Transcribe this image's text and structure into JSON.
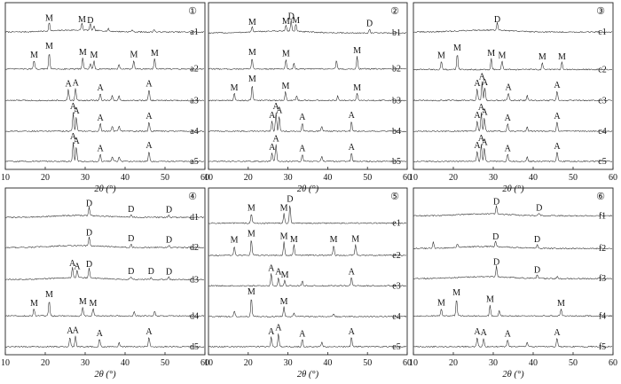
{
  "figure": {
    "x_axis_title": "2θ (°)",
    "x_ticks": [
      10,
      20,
      30,
      40,
      50,
      60
    ]
  },
  "phase_letters": {
    "mullite": "M",
    "anorthite": "A",
    "diffuse": "D"
  },
  "chart_data": [
    {
      "type": "line",
      "panel": "①",
      "xlim": [
        10,
        60
      ],
      "x_ticks": [
        10,
        20,
        30,
        40,
        50,
        60
      ],
      "xlabel": "2θ (°)",
      "series": [
        {
          "name": "a1",
          "baseline": 0.5,
          "peaks": [
            {
              "x": 21.0,
              "h": 0.35,
              "label": "M"
            },
            {
              "x": 29.2,
              "h": 0.3,
              "label": "M"
            },
            {
              "x": 31.3,
              "h": 0.26,
              "label": "D"
            },
            {
              "x": 32.2,
              "h": 0.16
            },
            {
              "x": 35.8,
              "h": 0.1
            },
            {
              "x": 41.8,
              "h": 0.09
            },
            {
              "x": 47.3,
              "h": 0.12
            }
          ]
        },
        {
          "name": "a2",
          "baseline": 0.15,
          "peaks": [
            {
              "x": 17.2,
              "h": 0.35,
              "label": "M"
            },
            {
              "x": 21.0,
              "h": 0.7,
              "label": "M"
            },
            {
              "x": 29.4,
              "h": 0.45,
              "label": "M"
            },
            {
              "x": 31.3,
              "h": 0.2
            },
            {
              "x": 32.2,
              "h": 0.35,
              "label": "M"
            },
            {
              "x": 38.5,
              "h": 0.2
            },
            {
              "x": 42.2,
              "h": 0.36,
              "label": "M"
            },
            {
              "x": 47.4,
              "h": 0.42,
              "label": "M"
            }
          ]
        },
        {
          "name": "a3",
          "baseline": 0.08,
          "peaks": [
            {
              "x": 25.8,
              "h": 0.45,
              "label": "A"
            },
            {
              "x": 27.6,
              "h": 0.5,
              "label": "A"
            },
            {
              "x": 33.8,
              "h": 0.3,
              "label": "A"
            },
            {
              "x": 36.8,
              "h": 0.2
            },
            {
              "x": 38.5,
              "h": 0.2
            },
            {
              "x": 46.0,
              "h": 0.45,
              "label": "A"
            }
          ]
        },
        {
          "name": "a4",
          "baseline": 0.05,
          "peaks": [
            {
              "x": 27.0,
              "h": 0.78,
              "label": "A"
            },
            {
              "x": 27.8,
              "h": 0.6,
              "label": "A"
            },
            {
              "x": 33.8,
              "h": 0.32,
              "label": "A"
            },
            {
              "x": 36.8,
              "h": 0.2
            },
            {
              "x": 38.5,
              "h": 0.2
            },
            {
              "x": 46.0,
              "h": 0.4,
              "label": "A"
            }
          ]
        },
        {
          "name": "a5",
          "baseline": 0.05,
          "peaks": [
            {
              "x": 27.0,
              "h": 0.78,
              "label": "A"
            },
            {
              "x": 27.8,
              "h": 0.6,
              "label": "A"
            },
            {
              "x": 33.8,
              "h": 0.3,
              "label": "A"
            },
            {
              "x": 36.8,
              "h": 0.2
            },
            {
              "x": 38.5,
              "h": 0.2
            },
            {
              "x": 46.0,
              "h": 0.42,
              "label": "A"
            }
          ]
        }
      ]
    },
    {
      "type": "line",
      "panel": "②",
      "xlim": [
        10,
        60
      ],
      "x_ticks": [
        10,
        20,
        30,
        40,
        50,
        60
      ],
      "xlabel": "2θ (°)",
      "series": [
        {
          "name": "b1",
          "baseline": 0.45,
          "peaks": [
            {
              "x": 21.0,
              "h": 0.22,
              "label": "M"
            },
            {
              "x": 29.5,
              "h": 0.26,
              "label": "M"
            },
            {
              "x": 30.8,
              "h": 0.46,
              "label": "D"
            },
            {
              "x": 32.0,
              "h": 0.3,
              "label": "M"
            },
            {
              "x": 50.5,
              "h": 0.16,
              "label": "D"
            }
          ]
        },
        {
          "name": "b2",
          "baseline": 0.15,
          "peaks": [
            {
              "x": 21.0,
              "h": 0.45,
              "label": "M"
            },
            {
              "x": 29.5,
              "h": 0.4,
              "label": "M"
            },
            {
              "x": 31.5,
              "h": 0.25
            },
            {
              "x": 42.2,
              "h": 0.35
            },
            {
              "x": 47.4,
              "h": 0.52,
              "label": "M"
            }
          ]
        },
        {
          "name": "b3",
          "baseline": 0.08,
          "peaks": [
            {
              "x": 16.5,
              "h": 0.3,
              "label": "M"
            },
            {
              "x": 21.0,
              "h": 0.65,
              "label": "M"
            },
            {
              "x": 29.4,
              "h": 0.36,
              "label": "M"
            },
            {
              "x": 32.2,
              "h": 0.2
            },
            {
              "x": 42.5,
              "h": 0.18
            },
            {
              "x": 47.4,
              "h": 0.3,
              "label": "M"
            }
          ]
        },
        {
          "name": "b4",
          "baseline": 0.05,
          "peaks": [
            {
              "x": 26.0,
              "h": 0.42,
              "label": "A"
            },
            {
              "x": 27.0,
              "h": 0.78,
              "label": "A"
            },
            {
              "x": 27.8,
              "h": 0.62,
              "label": "A"
            },
            {
              "x": 33.6,
              "h": 0.35,
              "label": "A"
            },
            {
              "x": 38.5,
              "h": 0.2
            },
            {
              "x": 46.0,
              "h": 0.42,
              "label": "A"
            }
          ]
        },
        {
          "name": "b5",
          "baseline": 0.05,
          "peaks": [
            {
              "x": 26.0,
              "h": 0.35,
              "label": "A"
            },
            {
              "x": 27.0,
              "h": 0.7,
              "label": "A"
            },
            {
              "x": 33.6,
              "h": 0.3,
              "label": "A"
            },
            {
              "x": 38.5,
              "h": 0.2
            },
            {
              "x": 46.0,
              "h": 0.35,
              "label": "A"
            }
          ]
        }
      ]
    },
    {
      "type": "line",
      "panel": "③",
      "xlim": [
        10,
        60
      ],
      "x_ticks": [
        10,
        20,
        30,
        40,
        50,
        60
      ],
      "xlabel": "2θ (°)",
      "series": [
        {
          "name": "c1",
          "baseline": 0.5,
          "peaks": [
            {
              "x": 31.0,
              "h": 0.3,
              "label": "D"
            }
          ]
        },
        {
          "name": "c2",
          "baseline": 0.12,
          "peaks": [
            {
              "x": 17.0,
              "h": 0.35,
              "label": "M"
            },
            {
              "x": 21.0,
              "h": 0.66,
              "label": "M"
            },
            {
              "x": 29.5,
              "h": 0.45,
              "label": "M"
            },
            {
              "x": 32.2,
              "h": 0.35,
              "label": "M"
            },
            {
              "x": 42.3,
              "h": 0.3,
              "label": "M"
            },
            {
              "x": 47.2,
              "h": 0.3,
              "label": "M"
            }
          ]
        },
        {
          "name": "c3",
          "baseline": 0.08,
          "peaks": [
            {
              "x": 26.0,
              "h": 0.48,
              "label": "A"
            },
            {
              "x": 27.2,
              "h": 0.75,
              "label": "A"
            },
            {
              "x": 27.9,
              "h": 0.52,
              "label": "A"
            },
            {
              "x": 33.8,
              "h": 0.32,
              "label": "A"
            },
            {
              "x": 38.5,
              "h": 0.2
            },
            {
              "x": 46.0,
              "h": 0.4,
              "label": "A"
            }
          ]
        },
        {
          "name": "c4",
          "baseline": 0.05,
          "peaks": [
            {
              "x": 26.0,
              "h": 0.42,
              "label": "A"
            },
            {
              "x": 27.0,
              "h": 0.75,
              "label": "A"
            },
            {
              "x": 27.8,
              "h": 0.55,
              "label": "A"
            },
            {
              "x": 33.6,
              "h": 0.32,
              "label": "A"
            },
            {
              "x": 38.5,
              "h": 0.2
            },
            {
              "x": 46.0,
              "h": 0.4,
              "label": "A"
            }
          ]
        },
        {
          "name": "c5",
          "baseline": 0.05,
          "peaks": [
            {
              "x": 26.0,
              "h": 0.42,
              "label": "A"
            },
            {
              "x": 27.0,
              "h": 0.72,
              "label": "A"
            },
            {
              "x": 27.8,
              "h": 0.55,
              "label": "A"
            },
            {
              "x": 33.6,
              "h": 0.3,
              "label": "A"
            },
            {
              "x": 38.5,
              "h": 0.2
            },
            {
              "x": 46.0,
              "h": 0.4,
              "label": "A"
            }
          ]
        }
      ]
    },
    {
      "type": "line",
      "panel": "④",
      "xlim": [
        10,
        60
      ],
      "x_ticks": [
        10,
        20,
        30,
        40,
        50,
        60
      ],
      "xlabel": "2θ (°)",
      "series": [
        {
          "name": "d1",
          "baseline": 0.5,
          "peaks": [
            {
              "x": 31.0,
              "h": 0.35,
              "label": "D"
            },
            {
              "x": 41.5,
              "h": 0.12,
              "label": "D"
            },
            {
              "x": 51.0,
              "h": 0.1,
              "label": "D"
            }
          ]
        },
        {
          "name": "d2",
          "baseline": 0.5,
          "peaks": [
            {
              "x": 31.0,
              "h": 0.38,
              "label": "D"
            },
            {
              "x": 41.5,
              "h": 0.14,
              "label": "D"
            },
            {
              "x": 51.0,
              "h": 0.1,
              "label": "D"
            }
          ]
        },
        {
          "name": "d3",
          "baseline": 0.4,
          "peaks": [
            {
              "x": 26.8,
              "h": 0.45,
              "label": "A"
            },
            {
              "x": 28.0,
              "h": 0.32,
              "label": "A"
            },
            {
              "x": 31.0,
              "h": 0.4,
              "label": "D"
            },
            {
              "x": 41.5,
              "h": 0.12,
              "label": "D"
            },
            {
              "x": 46.5,
              "h": 0.12,
              "label": "D"
            },
            {
              "x": 51.0,
              "h": 0.1,
              "label": "D"
            }
          ]
        },
        {
          "name": "d4",
          "baseline": 0.08,
          "peaks": [
            {
              "x": 17.2,
              "h": 0.3,
              "label": "M"
            },
            {
              "x": 21.0,
              "h": 0.66,
              "label": "M"
            },
            {
              "x": 29.4,
              "h": 0.36,
              "label": "M"
            },
            {
              "x": 32.0,
              "h": 0.3,
              "label": "M"
            },
            {
              "x": 42.3,
              "h": 0.18
            },
            {
              "x": 47.4,
              "h": 0.2
            }
          ]
        },
        {
          "name": "d5",
          "baseline": 0.05,
          "peaks": [
            {
              "x": 26.2,
              "h": 0.42,
              "label": "A"
            },
            {
              "x": 27.6,
              "h": 0.45,
              "label": "A"
            },
            {
              "x": 33.6,
              "h": 0.32,
              "label": "A"
            },
            {
              "x": 38.5,
              "h": 0.2
            },
            {
              "x": 46.0,
              "h": 0.4,
              "label": "A"
            }
          ]
        }
      ]
    },
    {
      "type": "line",
      "panel": "⑤",
      "xlim": [
        10,
        60
      ],
      "x_ticks": [
        10,
        20,
        30,
        40,
        50,
        60
      ],
      "xlabel": "2θ (°)",
      "series": [
        {
          "name": "e1",
          "baseline": 0.2,
          "peaks": [
            {
              "x": 20.8,
              "h": 0.4,
              "label": "M"
            },
            {
              "x": 29.0,
              "h": 0.4,
              "label": "M"
            },
            {
              "x": 30.5,
              "h": 0.75,
              "label": "D"
            }
          ]
        },
        {
          "name": "e2",
          "baseline": 0.1,
          "peaks": [
            {
              "x": 16.5,
              "h": 0.4,
              "label": "M"
            },
            {
              "x": 20.8,
              "h": 0.66,
              "label": "M"
            },
            {
              "x": 29.0,
              "h": 0.55,
              "label": "M"
            },
            {
              "x": 31.5,
              "h": 0.42,
              "label": "M"
            },
            {
              "x": 41.5,
              "h": 0.42,
              "label": "M"
            },
            {
              "x": 47.0,
              "h": 0.45,
              "label": "M"
            }
          ]
        },
        {
          "name": "e3",
          "baseline": 0.08,
          "peaks": [
            {
              "x": 25.8,
              "h": 0.5,
              "label": "A"
            },
            {
              "x": 27.6,
              "h": 0.35,
              "label": "A"
            },
            {
              "x": 29.2,
              "h": 0.22,
              "label": "M"
            },
            {
              "x": 33.6,
              "h": 0.2
            },
            {
              "x": 46.0,
              "h": 0.35,
              "label": "A"
            }
          ]
        },
        {
          "name": "e4",
          "baseline": 0.05,
          "peaks": [
            {
              "x": 16.5,
              "h": 0.25
            },
            {
              "x": 20.8,
              "h": 0.78,
              "label": "M"
            },
            {
              "x": 29.0,
              "h": 0.4,
              "label": "M"
            },
            {
              "x": 31.5,
              "h": 0.15
            },
            {
              "x": 41.5,
              "h": 0.12
            }
          ]
        },
        {
          "name": "e5",
          "baseline": 0.05,
          "peaks": [
            {
              "x": 25.8,
              "h": 0.4,
              "label": "A"
            },
            {
              "x": 27.6,
              "h": 0.55,
              "label": "A"
            },
            {
              "x": 33.6,
              "h": 0.3,
              "label": "A"
            },
            {
              "x": 38.5,
              "h": 0.18
            },
            {
              "x": 46.0,
              "h": 0.4,
              "label": "A"
            }
          ]
        }
      ]
    },
    {
      "type": "line",
      "panel": "⑥",
      "xlim": [
        10,
        60
      ],
      "x_ticks": [
        10,
        20,
        30,
        40,
        50,
        60
      ],
      "xlabel": "2θ (°)",
      "series": [
        {
          "name": "f1",
          "baseline": 0.58,
          "bold": true,
          "peaks": [
            {
              "x": 30.8,
              "h": 0.35,
              "label": "D"
            },
            {
              "x": 41.5,
              "h": 0.1,
              "label": "D"
            }
          ]
        },
        {
          "name": "f2",
          "baseline": 0.45,
          "peaks": [
            {
              "x": 15.0,
              "h": 0.25
            },
            {
              "x": 21.0,
              "h": 0.12
            },
            {
              "x": 30.6,
              "h": 0.25,
              "label": "D"
            },
            {
              "x": 41.0,
              "h": 0.15,
              "label": "D"
            }
          ]
        },
        {
          "name": "f3",
          "baseline": 0.45,
          "peaks": [
            {
              "x": 30.8,
              "h": 0.45,
              "label": "D"
            },
            {
              "x": 41.0,
              "h": 0.14,
              "label": "D"
            },
            {
              "x": 46.0,
              "h": 0.1
            }
          ]
        },
        {
          "name": "f4",
          "baseline": 0.08,
          "peaks": [
            {
              "x": 17.0,
              "h": 0.32,
              "label": "M"
            },
            {
              "x": 20.8,
              "h": 0.72,
              "label": "M"
            },
            {
              "x": 29.2,
              "h": 0.45,
              "label": "M"
            },
            {
              "x": 31.5,
              "h": 0.22
            },
            {
              "x": 47.0,
              "h": 0.3,
              "label": "M"
            }
          ]
        },
        {
          "name": "f5",
          "baseline": 0.05,
          "peaks": [
            {
              "x": 26.0,
              "h": 0.4,
              "label": "A"
            },
            {
              "x": 27.6,
              "h": 0.35,
              "label": "A"
            },
            {
              "x": 33.6,
              "h": 0.3,
              "label": "A"
            },
            {
              "x": 38.5,
              "h": 0.18
            },
            {
              "x": 46.0,
              "h": 0.35,
              "label": "A"
            }
          ]
        }
      ]
    }
  ]
}
